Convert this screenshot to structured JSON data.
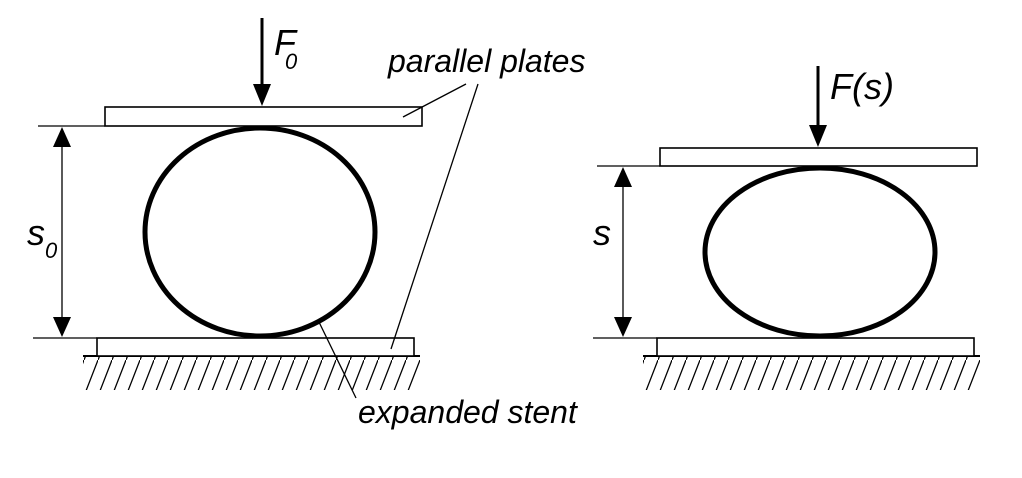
{
  "diagram": {
    "labels": {
      "force_initial": "F",
      "force_initial_sub": "0",
      "parallel_plates": "parallel plates",
      "gap_initial": "s",
      "gap_initial_sub": "0",
      "expanded_stent": "expanded stent",
      "force_compressed": "F(s)",
      "gap_compressed": "s"
    },
    "colors": {
      "ink": "#000000",
      "plate_fill": "#ffffff",
      "background": "#ffffff"
    }
  }
}
